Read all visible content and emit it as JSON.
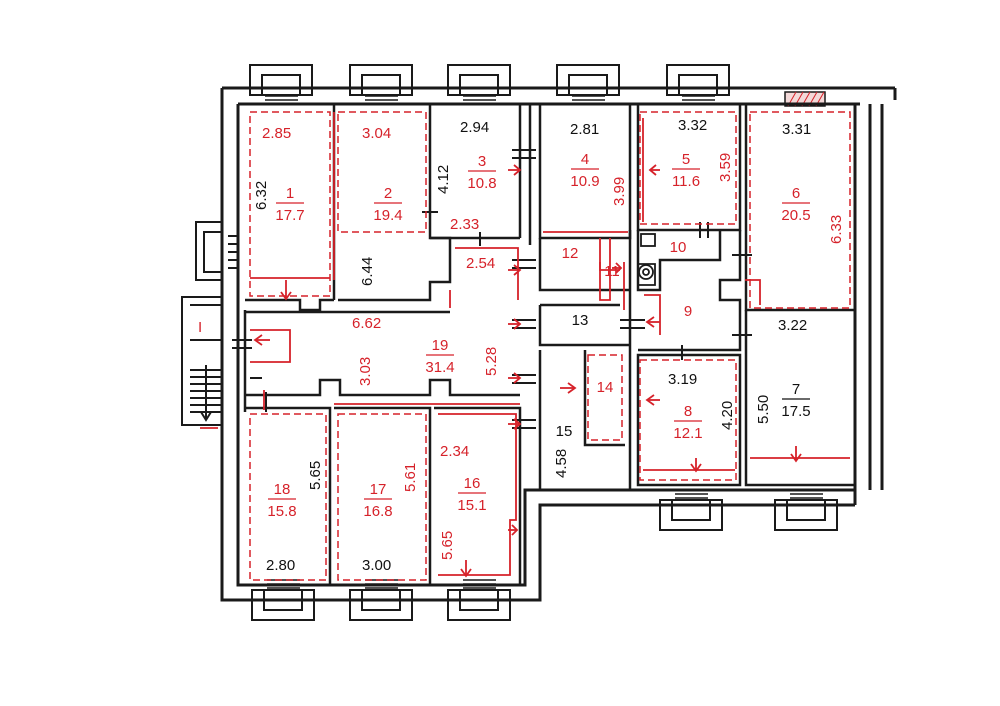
{
  "colors": {
    "wall": "#1a1a1a",
    "annotation": "#d6222a",
    "background": "#ffffff"
  },
  "stair_label": "I",
  "rooms": [
    {
      "id": "1",
      "num": "1",
      "area": "17.7",
      "w": "2.85",
      "h": "6.32"
    },
    {
      "id": "2",
      "num": "2",
      "area": "19.4",
      "w": "3.04",
      "h": "6.44"
    },
    {
      "id": "3",
      "num": "3",
      "area": "10.8",
      "w": "2.94",
      "h": "4.12",
      "w2": "2.33"
    },
    {
      "id": "4",
      "num": "4",
      "area": "10.9",
      "w": "2.81",
      "h": "3.99"
    },
    {
      "id": "5",
      "num": "5",
      "area": "11.6",
      "w": "3.32",
      "h": "3.59"
    },
    {
      "id": "6",
      "num": "6",
      "area": "20.5",
      "w": "3.31",
      "h": "6.33"
    },
    {
      "id": "7",
      "num": "7",
      "area": "17.5",
      "w": "3.22",
      "h": "5.50"
    },
    {
      "id": "8",
      "num": "8",
      "area": "12.1",
      "w": "3.19",
      "h": "4.20"
    },
    {
      "id": "9",
      "num": "9"
    },
    {
      "id": "10",
      "num": "10"
    },
    {
      "id": "11",
      "num": "11"
    },
    {
      "id": "12",
      "num": "12"
    },
    {
      "id": "13",
      "num": "13"
    },
    {
      "id": "14",
      "num": "14"
    },
    {
      "id": "15",
      "num": "15",
      "h": "4.58"
    },
    {
      "id": "16",
      "num": "16",
      "area": "15.1",
      "w": "2.34",
      "h": "5.65"
    },
    {
      "id": "17",
      "num": "17",
      "area": "16.8",
      "w": "3.00",
      "h": "5.61"
    },
    {
      "id": "18",
      "num": "18",
      "area": "15.8",
      "w": "2.80",
      "h": "5.65"
    },
    {
      "id": "19",
      "num": "19",
      "area": "31.4",
      "w": "6.62",
      "h": "3.03",
      "h2": "5.28",
      "w2": "2.54"
    }
  ]
}
